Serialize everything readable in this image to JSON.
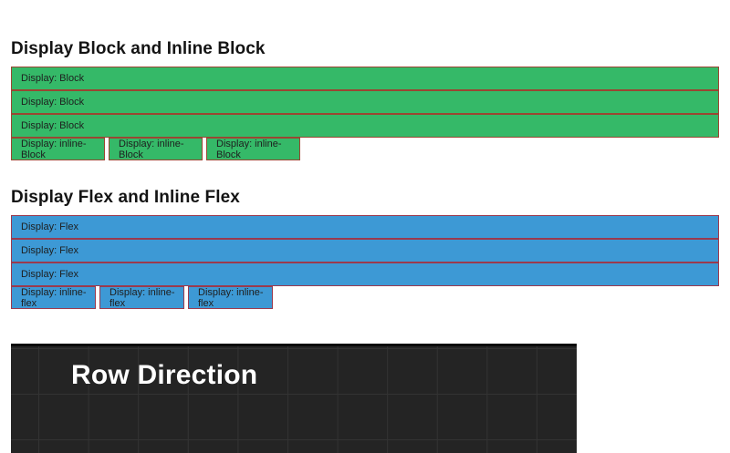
{
  "colors": {
    "block_fill": "#35b968",
    "block_border": "#9a4632",
    "flex_fill": "#3d99d5",
    "flex_border": "#9a3a4e",
    "panel_bg": "#242424",
    "panel_grid": "#333333",
    "panel_text": "#ffffff"
  },
  "sections": {
    "block": {
      "heading": "Display Block and Inline Block",
      "block_items": [
        "Display: Block",
        "Display: Block",
        "Display: Block"
      ],
      "inline_items": [
        "Display: inline-Block",
        "Display: inline-Block",
        "Display: inline-Block"
      ]
    },
    "flex": {
      "heading": "Display Flex and Inline Flex",
      "block_items": [
        "Display: Flex",
        "Display: Flex",
        "Display: Flex"
      ],
      "inline_items": [
        "Display: inline-flex",
        "Display: inline-flex",
        "Display: inline-flex"
      ]
    },
    "row_direction": {
      "title": "Row Direction"
    }
  }
}
